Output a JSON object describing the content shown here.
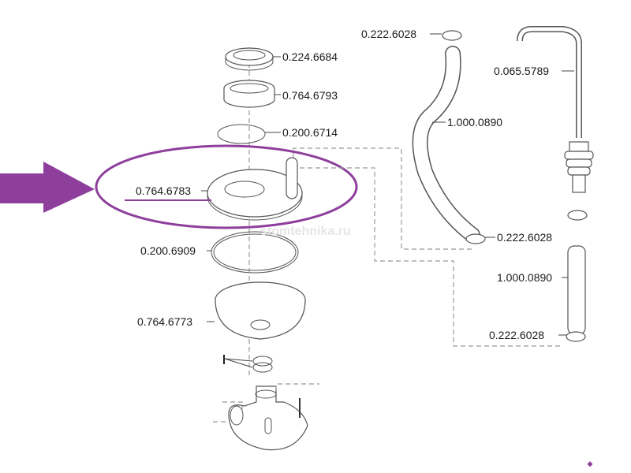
{
  "watermark": "stomtehnika.ru",
  "highlight_color": "#8e3f9c",
  "parts": {
    "seal_top": "0.224.6684",
    "ring_nut": "0.764.6793",
    "o_ring_small": "0.200.6714",
    "cover_plate": "0.764.6783",
    "o_ring_large": "0.200.6909",
    "bowl": "0.764.6773",
    "clamp_top": "0.222.6028",
    "hose_left": "1.000.0890",
    "clamp_mid": "0.222.6028",
    "tube_right": "0.065.5789",
    "hose_right": "1.000.0890",
    "clamp_bottom": "0.222.6028"
  }
}
